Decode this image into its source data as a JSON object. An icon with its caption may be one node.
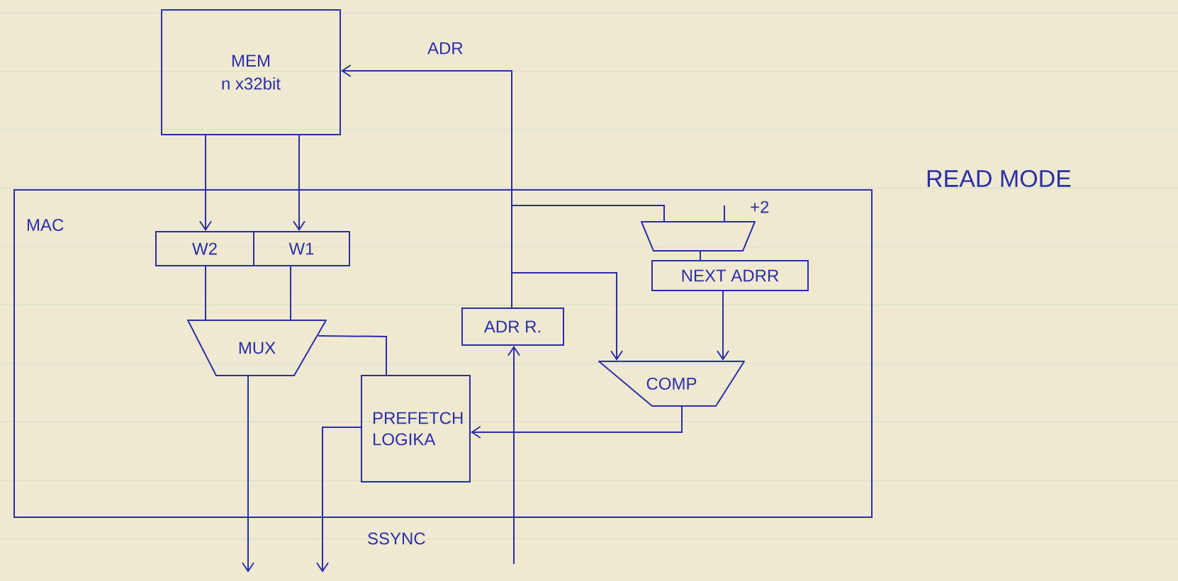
{
  "diagram": {
    "nodes": [
      {
        "text": [
          "MEM",
          "n x32bit"
        ]
      },
      {
        "text": [
          "MAC"
        ]
      },
      {
        "text": [
          "W2"
        ],
        "in": 1
      },
      {
        "text": [
          "W1"
        ],
        "in": 1
      },
      {
        "text": [
          "MUX"
        ],
        "in": 1
      },
      {
        "text": [
          "ADR R."
        ],
        "in": 1
      },
      {
        "text": [],
        "shape": "trapezoid",
        "in": 1
      },
      {
        "text": [
          "NEXT ADRR"
        ],
        "in": 1
      },
      {
        "text": [
          "COMP"
        ],
        "in": 1
      },
      {
        "text": [
          "PREFETCH LOGIKA"
        ],
        "in": 1
      }
    ],
    "edges": [
      {
        "from": 0,
        "to": 2,
        "arrow": "to"
      },
      {
        "from": 0,
        "to": 3,
        "arrow": "to"
      },
      {
        "from": 2,
        "to": 4,
        "arrow": "none"
      },
      {
        "from": 3,
        "to": 4,
        "arrow": "none"
      },
      {
        "from": 4,
        "to": null,
        "arrow": "to"
      },
      {
        "from": 4,
        "to": 9,
        "arrow": "none"
      },
      {
        "from": 9,
        "to": null,
        "arrow": "to",
        "label": "SSYNC"
      },
      {
        "from": null,
        "to": 5,
        "arrow": "to"
      },
      {
        "from": 5,
        "to": 0,
        "arrow": "to",
        "label": "ADR"
      },
      {
        "from": 5,
        "to": 6,
        "arrow": "none"
      },
      {
        "from": 5,
        "to": 8,
        "arrow": "to"
      },
      {
        "from": null,
        "to": 6,
        "arrow": "none",
        "label": "+2"
      },
      {
        "from": 6,
        "to": 7,
        "arrow": "none"
      },
      {
        "from": 7,
        "to": 8,
        "arrow": "to"
      },
      {
        "from": 8,
        "to": 9,
        "arrow": "to"
      }
    ],
    "labels": [
      "READ MODE"
    ]
  }
}
